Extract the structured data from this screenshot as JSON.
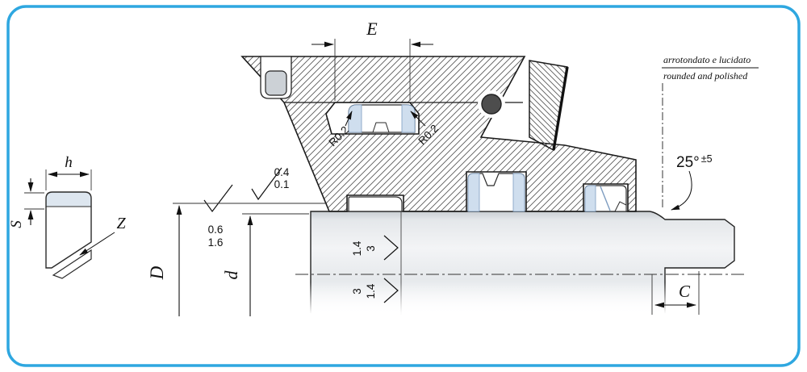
{
  "style": {
    "border_color": "#2ea7e0",
    "line_color": "#1b1b1b"
  },
  "detail_view": {
    "dim_h": "h",
    "dim_s": "S",
    "dim_z": "Z"
  },
  "main_view": {
    "dim_e": "E",
    "dim_D": "D",
    "dim_d": "d",
    "dim_c": "C",
    "radius_left": "R0.2",
    "radius_right": "R0.2",
    "chamfer_angle": "25°",
    "chamfer_angle_tol": "±5",
    "note_italian": "arrotondato e lucidato",
    "note_english": "rounded and polished",
    "roughness_groove": {
      "line1": "0.4",
      "line2": "0.1"
    },
    "roughness_face": {
      "line1": "0.6",
      "line2": "1.6"
    },
    "roughness_rod_above": {
      "line1": "1.4",
      "line2": "3"
    },
    "roughness_rod_below": {
      "line1": "3",
      "line2": "1.4"
    }
  }
}
